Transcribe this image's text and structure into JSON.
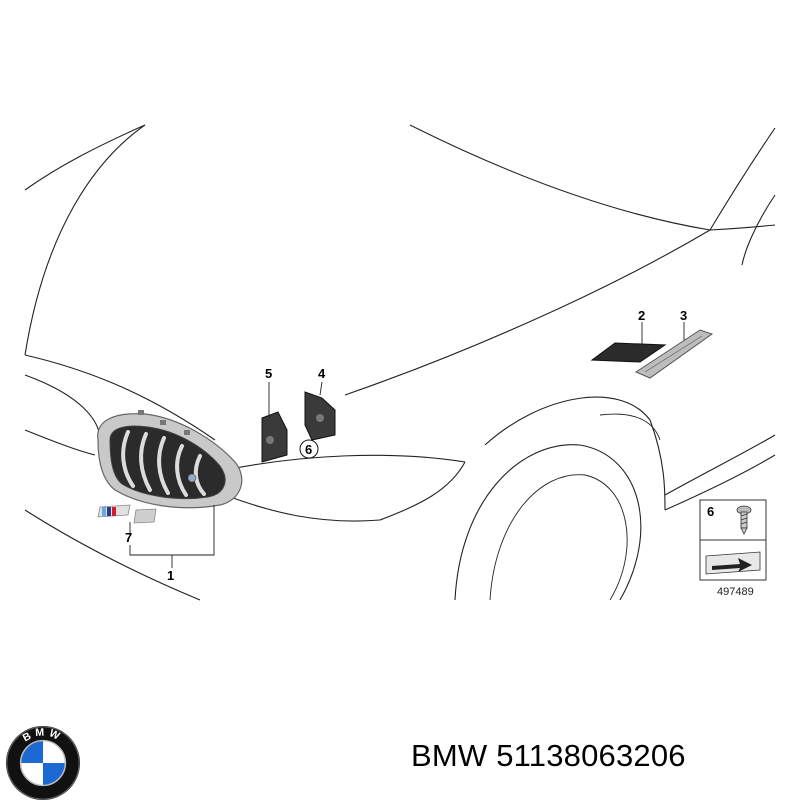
{
  "diagram": {
    "callouts": {
      "c1": "1",
      "c2": "2",
      "c3": "3",
      "c4": "4",
      "c5": "5",
      "c6": "6",
      "c7": "7"
    },
    "legend": {
      "number": "6",
      "ref": "497489"
    }
  },
  "logo": {
    "letters": "BMW",
    "colors": {
      "blue": "#1c69d4",
      "black": "#111111",
      "white": "#ffffff"
    }
  },
  "label": {
    "brand": "BMW",
    "part_number": "51138063206"
  }
}
